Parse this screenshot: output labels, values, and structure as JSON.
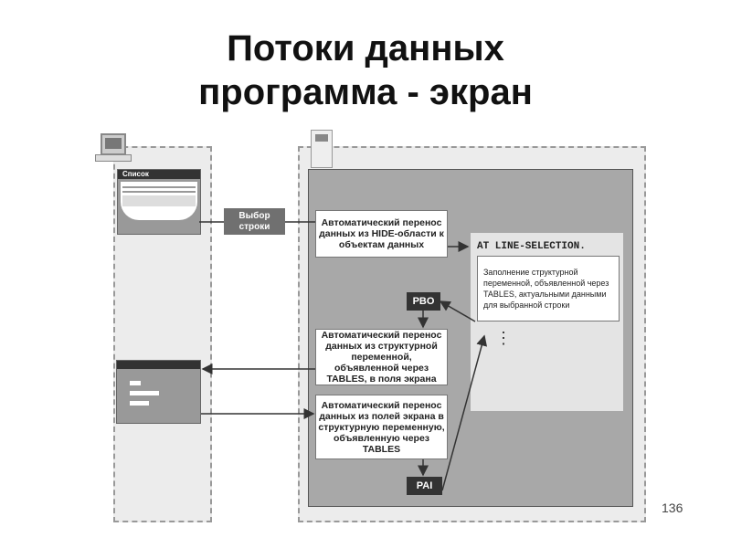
{
  "title": {
    "line1": "Потоки данных",
    "line2": "программа - экран"
  },
  "list_window": {
    "title": "Список"
  },
  "select_row": "Выбор строки",
  "box_hide": "Автоматический перенос данных из HIDE-области к объектам данных",
  "at_line_selection": "AT LINE-SELECTION.",
  "fill_note": "Заполнение структурной переменной, объявленной через TABLES, актуальными данными для выбранной строки",
  "ellipsis": "⋮",
  "pbo": "PBO",
  "box_to_screen": "Автоматический перенос данных из структурной переменной, объявленной через TABLES, в поля экрана",
  "box_from_screen": "Автоматический перенос данных из полей экрана в структурную переменную, объявленную через TABLES",
  "pai": "PAI",
  "page_number": "136"
}
